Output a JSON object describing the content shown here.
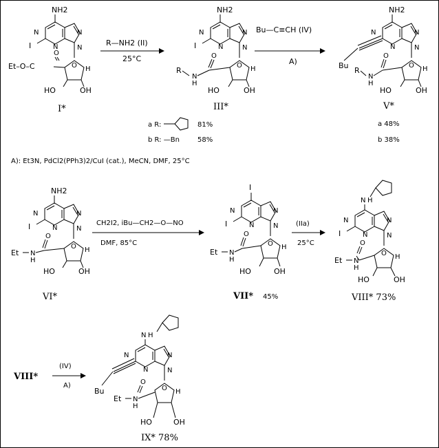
{
  "atoms": {
    "nh2": "NH2",
    "n": "N",
    "i": "I",
    "o": "O",
    "h": "H",
    "oh": "OH",
    "ho": "HO",
    "et_o_co": "Et–O–C",
    "r": "R",
    "et": "Et",
    "nh": "N",
    "bu": "Bu",
    "nh_cp": "N"
  },
  "compounds": {
    "I": "I*",
    "III": "III*",
    "V": "V*",
    "VI": "VI*",
    "VII": "VII*",
    "VII_yield": "45%",
    "VIII": "VIII* 73%",
    "VIII_ref": "VIII*",
    "IX": "IX* 78%"
  },
  "reagents": {
    "step1_top": "R—NH2  (II)",
    "step1_bottom": "25°C",
    "step2_top": "Bu—C≡CH   (IV)",
    "step2_bottom": "A)",
    "step3_top": "CH2I2, iBu—CH2—O—NO",
    "step3_bottom": "DMF, 85°C",
    "step4_top": "(IIa)",
    "step4_bottom": "25°C",
    "step5_top": "(IV)",
    "step5_bottom": "A)"
  },
  "substituents": {
    "a": "a R:",
    "a_yield": "81%",
    "b": "b R: —Bn",
    "b_yield": "58%",
    "v_a": "a 48%",
    "v_b": "b 38%"
  },
  "conditions_A": "A): Et3N, PdCl2(PPh3)2/CuI (cat.), MeCN, DMF, 25°C"
}
